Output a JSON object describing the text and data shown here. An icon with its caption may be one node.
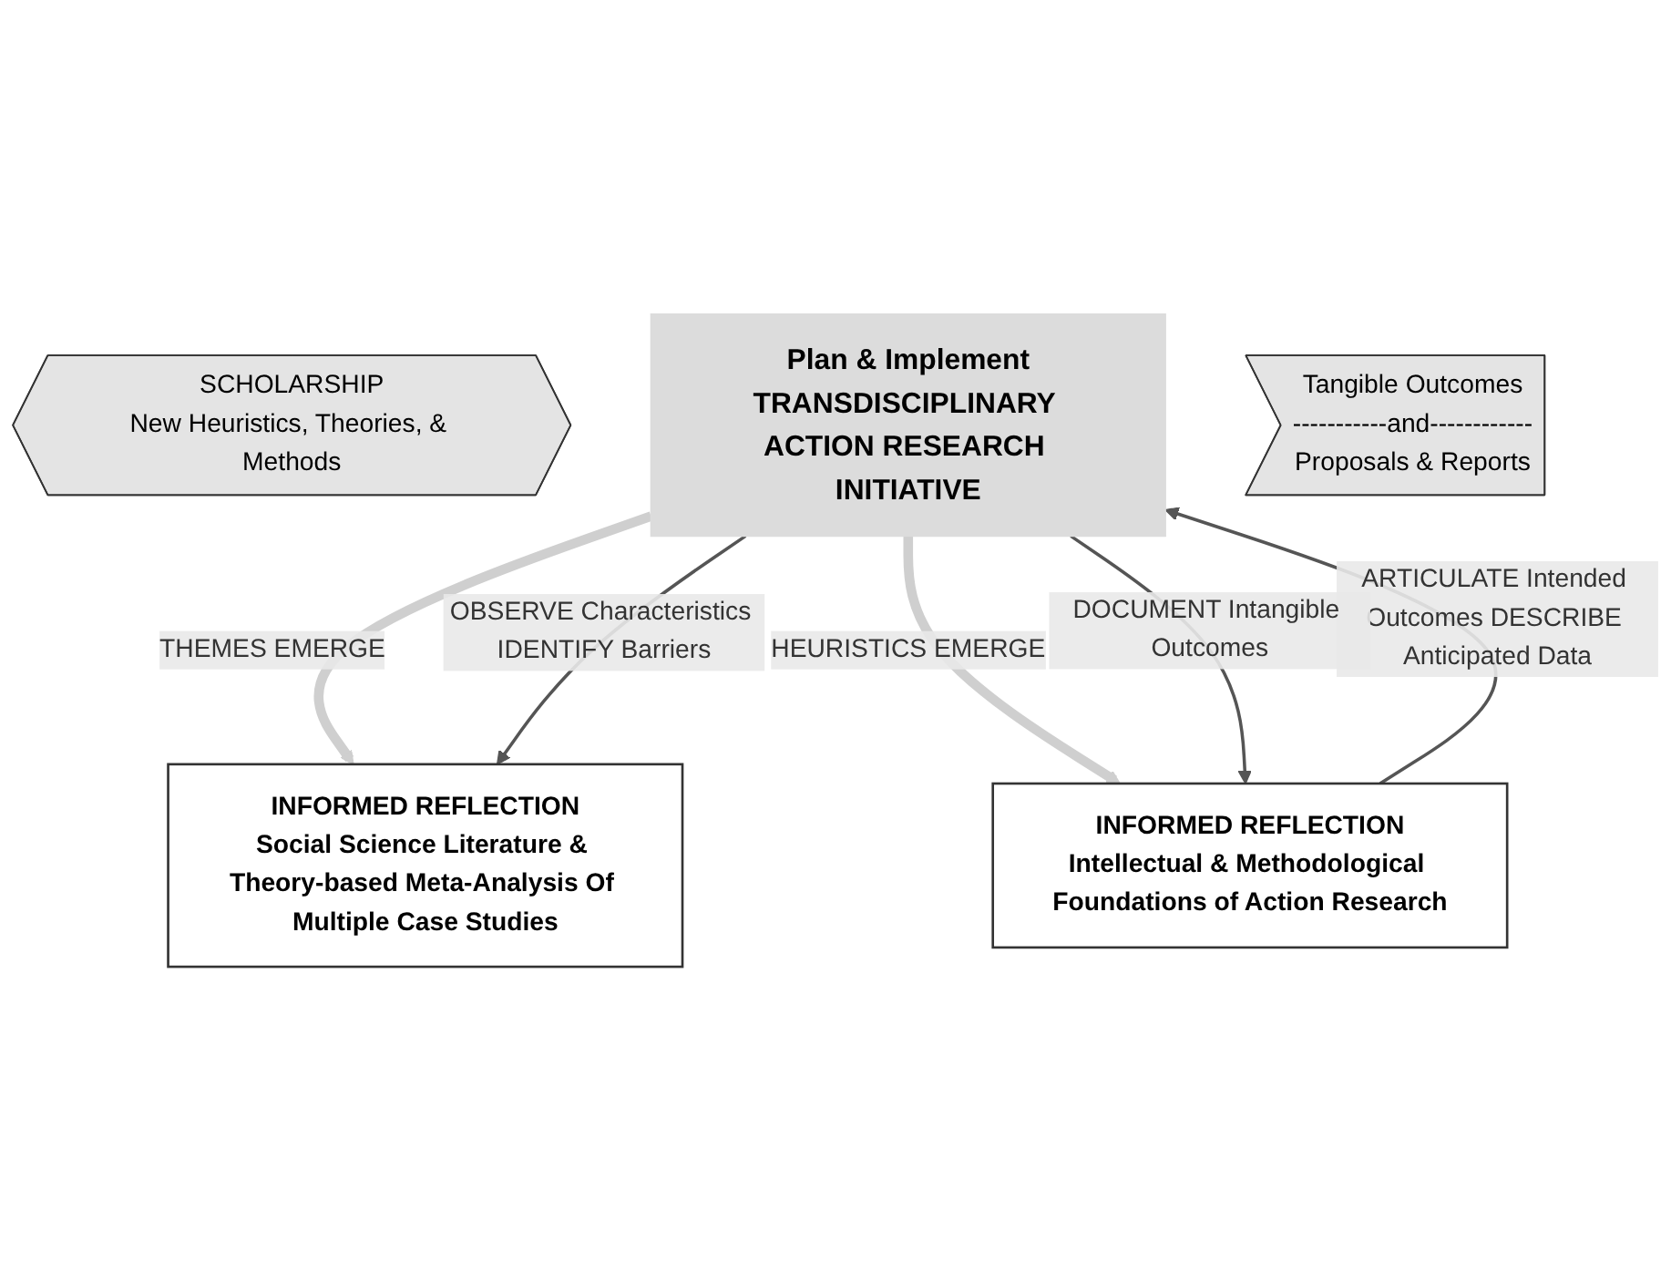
{
  "diagram": {
    "nodes": [
      {
        "text": [
          "INFORMED REFLECTION",
          "Social Science Literature & Theory-based Meta-Analysis Of Multiple Case Studies"
        ]
      },
      {
        "text": [
          "SCHOLARSHIP",
          "New Heuristics, Theories, & Methods"
        ]
      },
      {
        "text": [
          "Plan & Implement",
          "TRANSDISCIPLINARY ACTION RESEARCH INITIATIVE"
        ]
      },
      {
        "text": [
          "Tangible Outcomes",
          "-----------and------------",
          "Proposals & Reports"
        ]
      },
      {
        "text": [
          "INFORMED REFLECTION",
          "Intellectual & Methodological Foundations of Action Research"
        ]
      }
    ],
    "edges": [
      {
        "from": 2,
        "to": 0,
        "arrow": "to",
        "label": "THEMES EMERGE",
        "style": "thick",
        "color": "#cfcfcf"
      },
      {
        "from": 2,
        "to": 4,
        "arrow": "to",
        "label": "HEURISTICS EMERGE",
        "style": "thick",
        "color": "#cfcfcf"
      },
      {
        "from": 2,
        "to": 0,
        "arrow": "to",
        "label": "OBSERVE Characteristics IDENTIFY Barriers"
      },
      {
        "from": 4,
        "to": 2,
        "arrow": "to",
        "label": "ARTICULATE Intended Outcomes DESCRIBE Anticipated Data"
      },
      {
        "from": 2,
        "to": 4,
        "arrow": "to",
        "label": "DOCUMENT Intangible Outcomes"
      }
    ]
  }
}
